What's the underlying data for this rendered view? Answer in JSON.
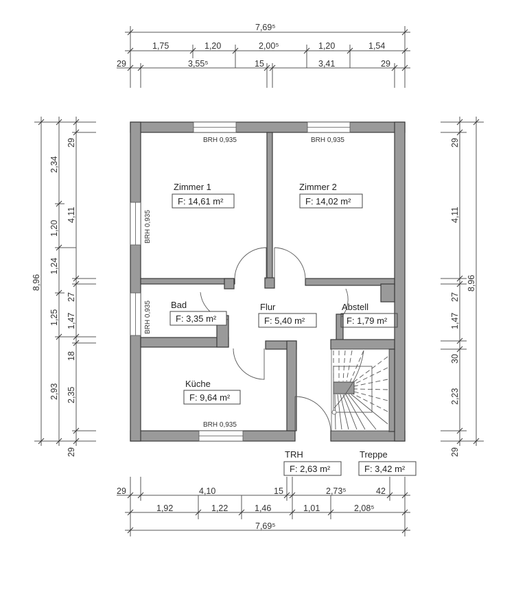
{
  "plan": {
    "total_width": "7,69⁵",
    "total_depth": "8,96"
  },
  "dims_top": {
    "row1": [
      "7,69⁵"
    ],
    "row2": [
      "1,75",
      "1,20",
      "2,00⁵",
      "1,20",
      "1,54"
    ],
    "row3": [
      "29",
      "3,55⁵",
      "15",
      "3,41",
      "29"
    ]
  },
  "dims_bottom": {
    "row1": [
      "29",
      "4,10",
      "15",
      "2,73⁵",
      "42"
    ],
    "row2": [
      "1,92",
      "1,22",
      "1,46",
      "1,01",
      "2,08⁵"
    ],
    "row3": [
      "7,69⁵"
    ]
  },
  "dims_left": {
    "outer": [
      "8,96"
    ],
    "middle": [
      "2,34",
      "1,20",
      "1,24",
      "1,25",
      "2,93"
    ],
    "inner": [
      "29",
      "4,11",
      "27",
      "1,47",
      "18",
      "2,35",
      "29"
    ]
  },
  "dims_right": {
    "inner": [
      "29",
      "4,11",
      "27",
      "1,47",
      "30",
      "2,23",
      "29"
    ],
    "outer": [
      "8,96"
    ]
  },
  "rooms": {
    "zimmer1": {
      "name": "Zimmer 1",
      "area": "F: 14,61 m²"
    },
    "zimmer2": {
      "name": "Zimmer 2",
      "area": "F: 14,02 m²"
    },
    "bad": {
      "name": "Bad",
      "area": "F: 3,35 m²"
    },
    "flur": {
      "name": "Flur",
      "area": "F: 5,40 m²"
    },
    "abstell": {
      "name": "Abstell",
      "area": "F: 1,79 m²"
    },
    "kueche": {
      "name": "Küche",
      "area": "F: 9,64 m²"
    },
    "trh": {
      "name": "TRH",
      "area": "F: 2,63 m²"
    },
    "treppe": {
      "name": "Treppe",
      "area": "F: 3,42 m²"
    }
  },
  "windows": {
    "brh_label": "BRH 0,935"
  },
  "colors": {
    "wall_fill": "#9a9a9a",
    "wall_stroke": "#3a3a3a",
    "line": "#555555",
    "background": "#ffffff"
  }
}
